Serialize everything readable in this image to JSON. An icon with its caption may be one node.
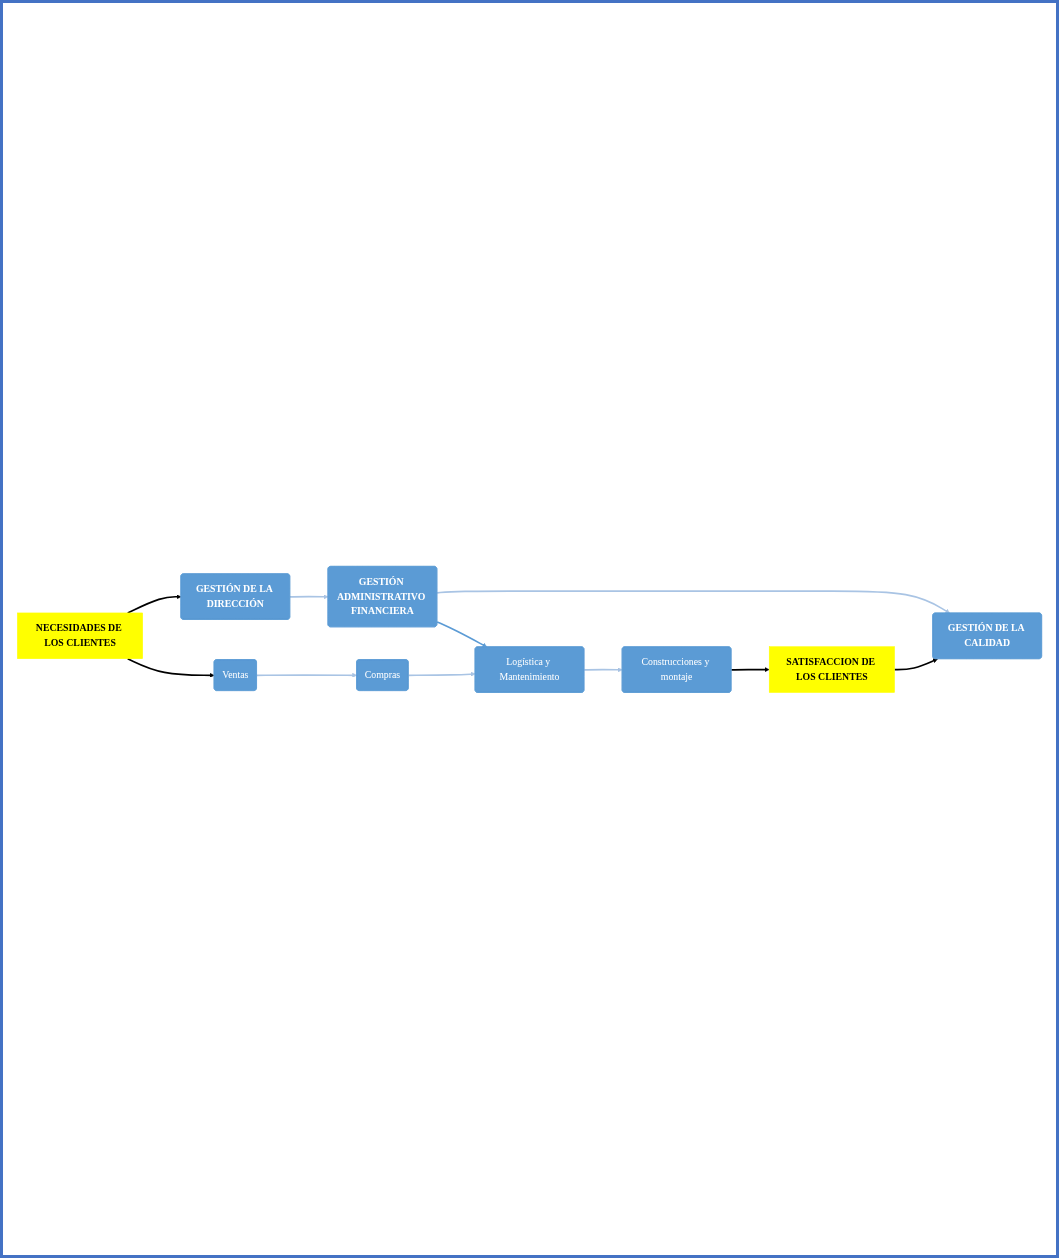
{
  "diagram": {
    "nodes": [
      {
        "text": [
          "NECESIDADES DE LOS CLIENTES"
        ]
      },
      {
        "text": [
          "GESTIÓN DE LA DIRECCIÓN"
        ]
      },
      {
        "text": [
          "GESTIÓN ADMINISTRATIVO FINANCIERA"
        ]
      },
      {
        "text": [
          "GESTIÓN DE LA CALIDAD"
        ]
      },
      {
        "text": [
          "Ventas"
        ]
      },
      {
        "text": [
          "Compras"
        ]
      },
      {
        "text": [
          "Logística y Mantenimiento"
        ]
      },
      {
        "text": [
          "Construcciones y montaje"
        ]
      },
      {
        "text": [
          "SATISFACCION DE LOS CLIENTES"
        ]
      }
    ],
    "edges": [
      {
        "from": 0,
        "to": 1,
        "arrow": "to",
        "color": "#000000"
      },
      {
        "from": 1,
        "to": 2,
        "arrow": "to"
      },
      {
        "from": 2,
        "to": 3,
        "arrow": "to"
      },
      {
        "from": 8,
        "to": 3,
        "arrow": "to",
        "color": "#000000"
      },
      {
        "from": 2,
        "to": 6,
        "arrow": "to",
        "color": "#5b9bd5"
      },
      {
        "from": 0,
        "to": 4,
        "arrow": "to",
        "color": "#000000"
      },
      {
        "from": 4,
        "to": 5,
        "arrow": "to"
      },
      {
        "from": 5,
        "to": 6,
        "arrow": "to"
      },
      {
        "from": 6,
        "to": 7,
        "arrow": "to"
      },
      {
        "from": 7,
        "to": 8,
        "arrow": "to",
        "color": "#000000"
      }
    ]
  }
}
